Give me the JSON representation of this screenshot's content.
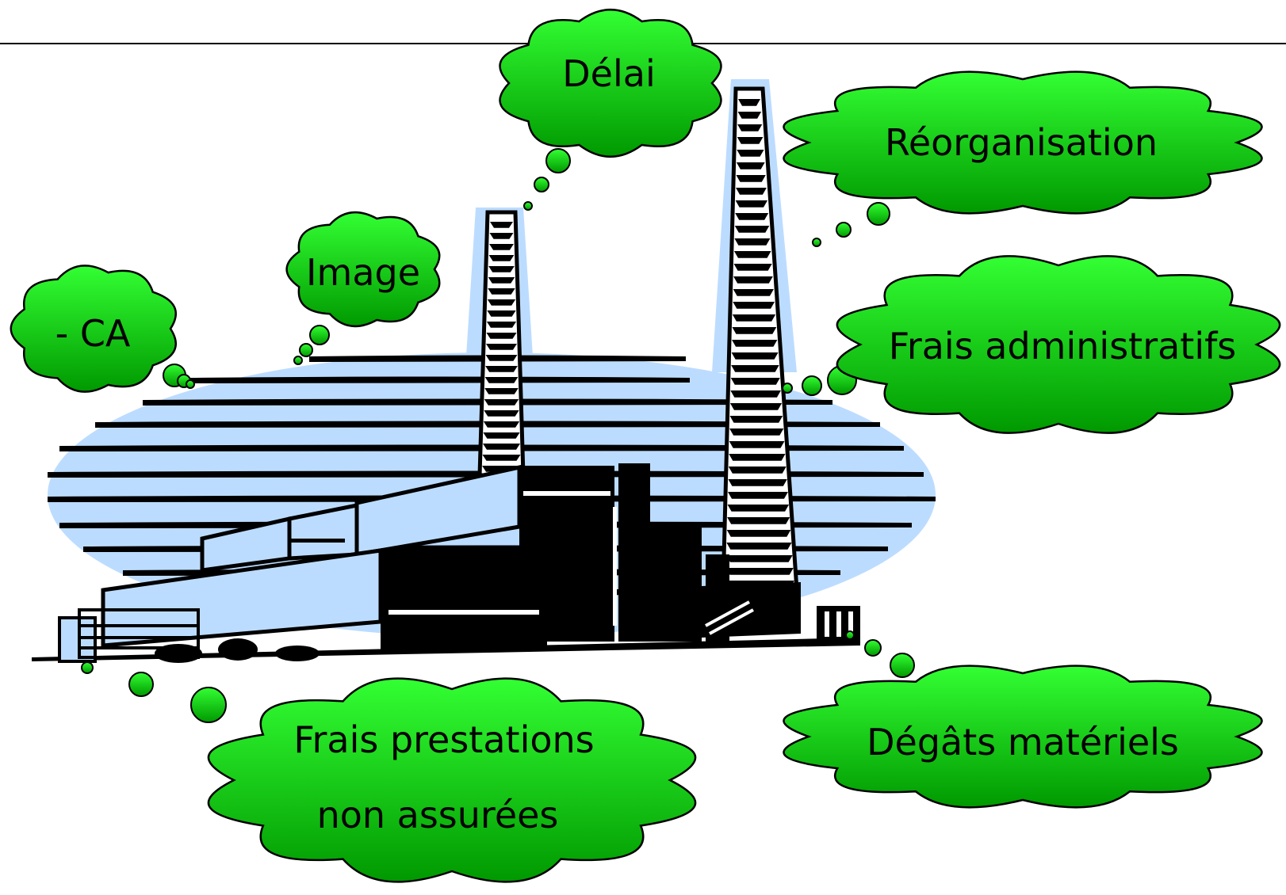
{
  "colors": {
    "cloud_fill_top": "#33ff33",
    "cloud_fill_bottom": "#009900",
    "sky": "#bcdcff",
    "ink": "#000000",
    "rule": "#000000"
  },
  "clouds": {
    "ca": {
      "label": "- CA"
    },
    "image": {
      "label": "Image"
    },
    "delai": {
      "label": "Délai"
    },
    "reorganisation": {
      "label": "Réorganisation"
    },
    "frais_admin": {
      "label": "Frais administratifs"
    },
    "frais_prestations": {
      "line1": "Frais prestations",
      "line2": "non assurées"
    },
    "degats": {
      "label": "Dégâts matériels"
    }
  },
  "illustration": {
    "icon": "factory-icon"
  }
}
